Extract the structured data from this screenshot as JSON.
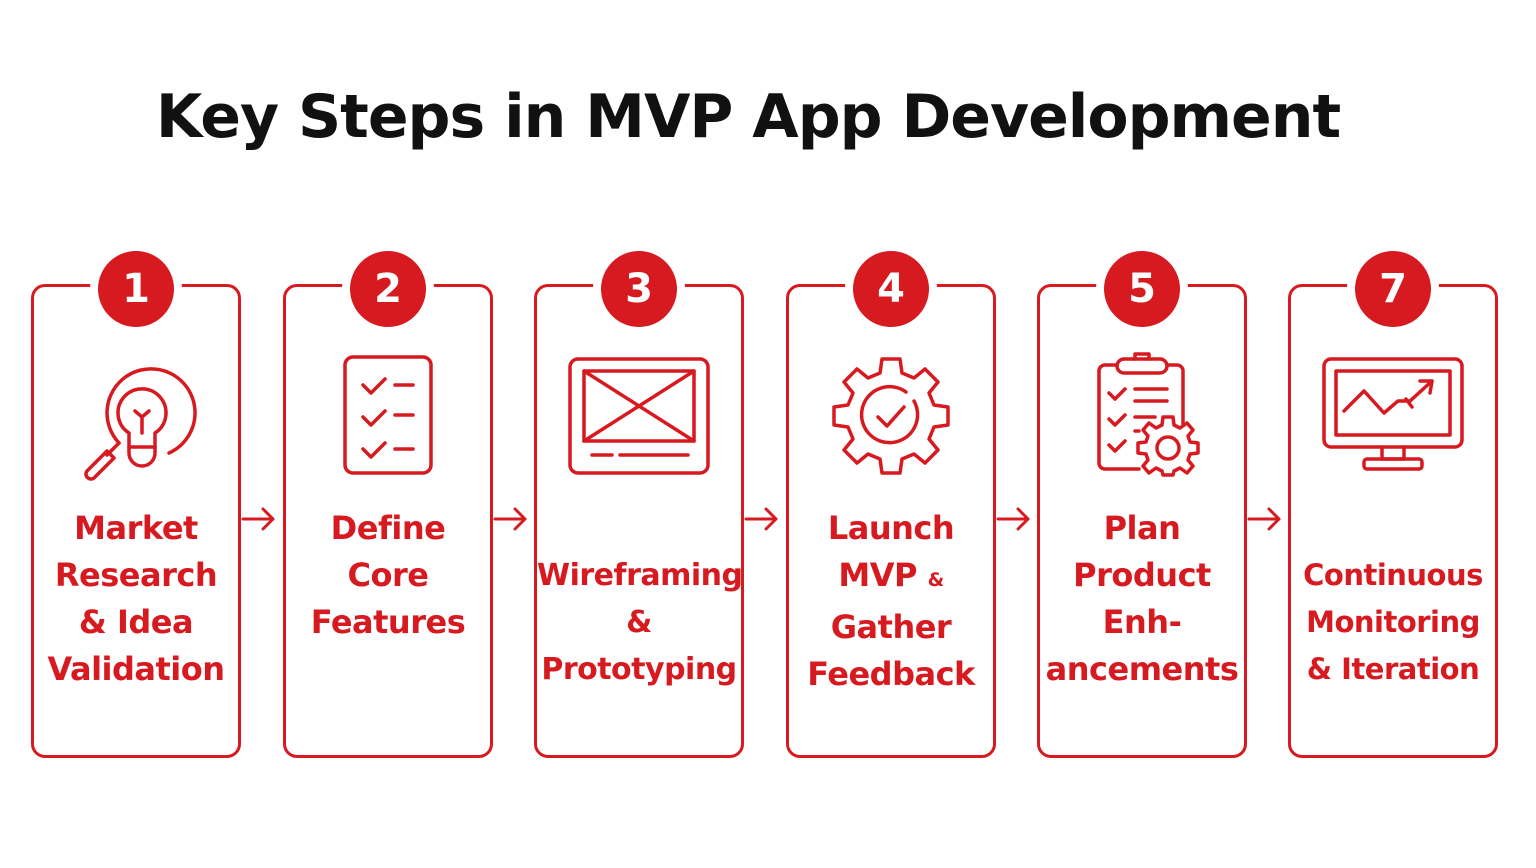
{
  "title": "Key Steps in MVP App Development",
  "colors": {
    "accent": "#d71920",
    "title": "#111111",
    "background": "#ffffff"
  },
  "steps": [
    {
      "number": "1",
      "icon": "lightbulb-magnifier-icon",
      "lines": [
        "Market",
        "Research",
        "& Idea",
        "Validation"
      ]
    },
    {
      "number": "2",
      "icon": "checklist-icon",
      "lines": [
        "Define",
        "Core",
        "Features"
      ]
    },
    {
      "number": "3",
      "icon": "wireframe-icon",
      "lines": [
        "Wireframing",
        "&",
        "Prototyping"
      ]
    },
    {
      "number": "4",
      "icon": "gear-check-icon",
      "lines": [
        "Launch",
        "MVP",
        "&",
        "Gather",
        "Feedback"
      ]
    },
    {
      "number": "5",
      "icon": "clipboard-gear-icon",
      "lines": [
        "Plan",
        "Product",
        "Enh-",
        "ancements"
      ]
    },
    {
      "number": "7",
      "icon": "monitor-chart-icon",
      "lines": [
        "Continuous",
        "Monitoring",
        "& Iteration"
      ]
    }
  ],
  "connector": "arrow-right-icon"
}
